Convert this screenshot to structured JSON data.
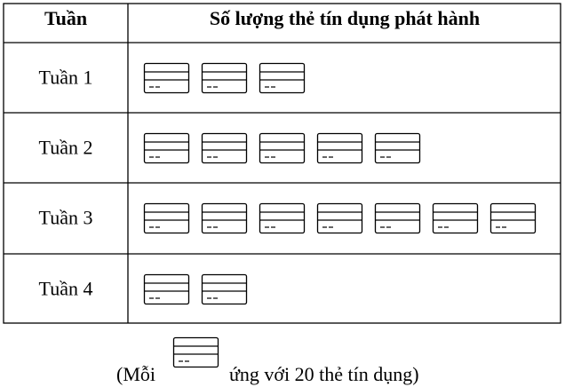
{
  "chart_data": {
    "type": "table",
    "headers": {
      "col1": "Tuần",
      "col2": "Số lượng thẻ tín dụng phát hành"
    },
    "rows": [
      {
        "label": "Tuần 1",
        "icons": 3
      },
      {
        "label": "Tuần 2",
        "icons": 5
      },
      {
        "label": "Tuần 3",
        "icons": 7
      },
      {
        "label": "Tuần 4",
        "icons": 2
      }
    ],
    "icon": "credit-card-icon",
    "units_per_icon": 20,
    "legend": {
      "prefix": "(Mỗi",
      "suffix": "ứng với 20 thẻ tín dụng)"
    }
  }
}
